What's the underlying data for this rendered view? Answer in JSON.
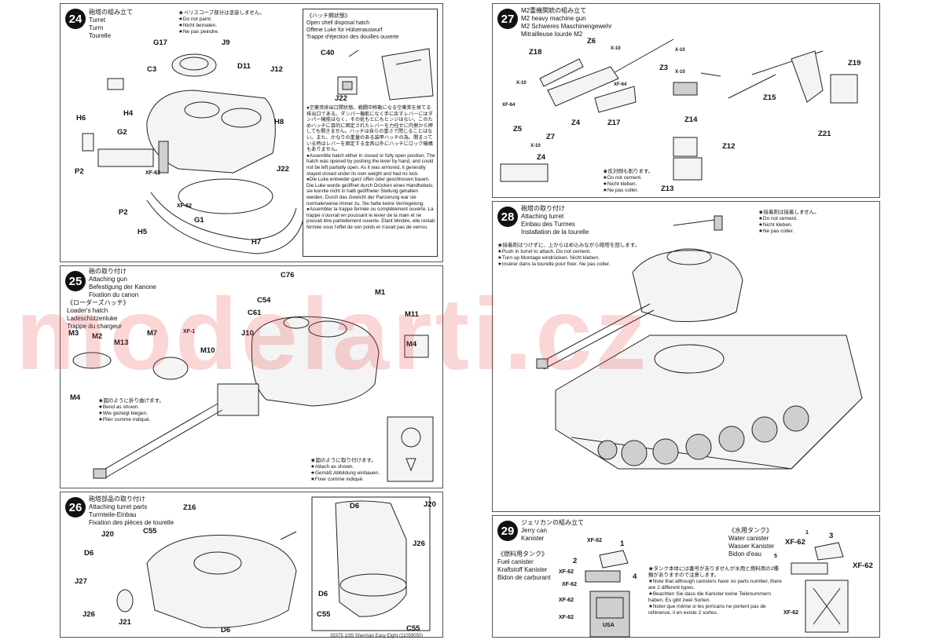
{
  "watermark": "modelarti.cz",
  "step24": {
    "num": "24",
    "jp": "砲塔の組み立て",
    "en": "Turret",
    "de": "Turm",
    "fr": "Tourelle",
    "paint_note": [
      "★ペリスコープ部分は塗装しません。",
      "★Do not paint.",
      "★Nicht bemalen.",
      "★Ne pas peindre."
    ],
    "labels": [
      "G17",
      "J9",
      "C3",
      "D11",
      "J12",
      "H4",
      "H8",
      "H6",
      "G2",
      "P2",
      "XF-62",
      "J22",
      "P2",
      "XF-62",
      "G1",
      "H5",
      "H7"
    ]
  },
  "hatch_box": {
    "jp": "《ハッチ開状態》",
    "en": "Open shell disposal hatch",
    "de": "Offene Luke für Hülsenauswurf",
    "fr": "Trappe d'éjection des douilles ouverte",
    "labels": [
      "C40",
      "J22"
    ],
    "text": [
      "●空薬莢排出口開状態。戦闘中移動になる空薬莢を捨てる排出口である。ダンパー機能になく手に戻すレバーにはダンパー機能はなく、その処もとにもヒンジはない。このためハッチに目的に固定されたレバーを力任せに内側から押しても開きません。ハッチは自らの重さで閉じることはない。また、かなりの重量のある装甲ハッチの為、開まっている時はレバーを固定する金具以外にハッチにロック機構もありません。",
      "●Assemble hatch either in closed or fully open position. The hatch was opened by pushing the lever by hand, and could not be left partially open. As it was armored, it generally stayed closed under its own weight and had no lock.",
      "●Die Luke entweder ganz offen oder geschlossen bauen. Die Luke wurde geöffnet durch Drücken eines Handhebels; sie konnte nicht in halb geöffneter Stellung gehalten werden. Durch das Gewicht der Panzerung war sie normalerweise immer zu. Sie hatte keine Verriegelung.",
      "●Assembler la trappe fermée ou complètement ouverte. La trappe s'ouvrait en poussant le levier de la main et ne pouvait être partiellement ouverte. Etant blindée, elle restait fermée sous l'effet de son poids et n'avait pas de verrou."
    ]
  },
  "step25": {
    "num": "25",
    "jp": "砲の取り付け",
    "en": "Attaching gun",
    "de": "Befestigung der Kanone",
    "fr": "Fixation du canon",
    "sub_jp": "《ローダーズハッチ》",
    "sub_en": "Loader's hatch",
    "sub_de": "Ladeschützenluke",
    "sub_fr": "Trappe du chargeur",
    "labels": [
      "C76",
      "M1",
      "C54",
      "M11",
      "C61",
      "J10",
      "M4",
      "M3",
      "M2",
      "M13",
      "M7",
      "XF-1",
      "M10",
      "M4"
    ],
    "bend_note": [
      "★図のように折り曲げます。",
      "★Bend as shown.",
      "★Wie gezeigt biegen.",
      "★Plier comme indiqué."
    ],
    "attach_note": [
      "★図のように取り付けます。",
      "★Attach as shown.",
      "★Gemäß Abbildung einbauen.",
      "★Fixer comme indiqué."
    ]
  },
  "step26": {
    "num": "26",
    "jp": "砲塔部品の取り付け",
    "en": "Attaching turret parts",
    "de": "Turmteile-Einbau",
    "fr": "Fixation des pièces de tourelle",
    "labels": [
      "Z16",
      "J20",
      "C55",
      "D6",
      "J27",
      "J26",
      "J21",
      "D6",
      "D6",
      "J20",
      "J26",
      "D6",
      "C55",
      "C55"
    ]
  },
  "step27": {
    "num": "27",
    "jp": "M2重機関銃の組み立て",
    "en": "M2 heavy machine gun",
    "de": "M2 Schweres Maschinengewehr",
    "fr": "Mitrailleuse lourde M2",
    "labels": [
      "Z18",
      "Z6",
      "X-10",
      "X-10",
      "Z3",
      "X-10",
      "XF-64",
      "XF-64",
      "Z5",
      "Z7",
      "Z4",
      "Z17",
      "X-10",
      "Z4",
      "Z14",
      "Z12",
      "Z13",
      "Z19",
      "Z15",
      "Z21",
      "X-10"
    ],
    "no_cement": [
      "★反対側も削ります。",
      "★Do not cement.",
      "★Nicht kleben.",
      "★Ne pas coller."
    ]
  },
  "step28": {
    "num": "28",
    "jp": "砲塔の取り付け",
    "en": "Attaching turret",
    "de": "Einbau des Turmes",
    "fr": "Installation de la tourelle",
    "no_cement": [
      "★接着剤は接着しません。",
      "★Do not cement.",
      "★Nicht kleben.",
      "★Ne pas coller."
    ],
    "push_note": [
      "★接着剤はつけずに、上からはめ込みながら砲塔を回します。",
      "★Push in turret to attach. Do not cement.",
      "★Turn up Montage eindrücken. Nicht kleben.",
      "★Insérer dans la tourelle pour fixer. Ne pas coller."
    ]
  },
  "step29": {
    "num": "29",
    "jp": "ジェリカンの組み立て",
    "en": "Jerry can",
    "de": "Kanister",
    "fuel_jp": "《燃料用タンク》",
    "fuel_en": "Fuel canister",
    "fuel_de": "Kraftstoff Kanister",
    "fuel_fr": "Bidon de carburant",
    "water_jp": "《水用タンク》",
    "water_en": "Water canister",
    "water_de": "Wasser Kanister",
    "water_fr": "Bidon d'eau",
    "note": [
      "★タンク本体には番号がありませんが水用と燃料用の2種類がありますので注意します。",
      "★Note that although canisters have no parts number, there are 2 different types.",
      "★Beachten Sie dass die Kanister keine Teilenummern haben. Es gibt zwei Sorten.",
      "★Noter que même si les jerricans ne portent pas de référence, il en existe 2 sortes."
    ],
    "labels": [
      "XF-62",
      "1",
      "2",
      "XF-62",
      "4",
      "XF-62",
      "XF-62",
      "XF-62",
      "1",
      "3",
      "XF-62",
      "5",
      "XF-62",
      "XF-62"
    ],
    "usa": "USA"
  },
  "footer": "35375 1/35 Sherman Easy Eight (11059050)"
}
